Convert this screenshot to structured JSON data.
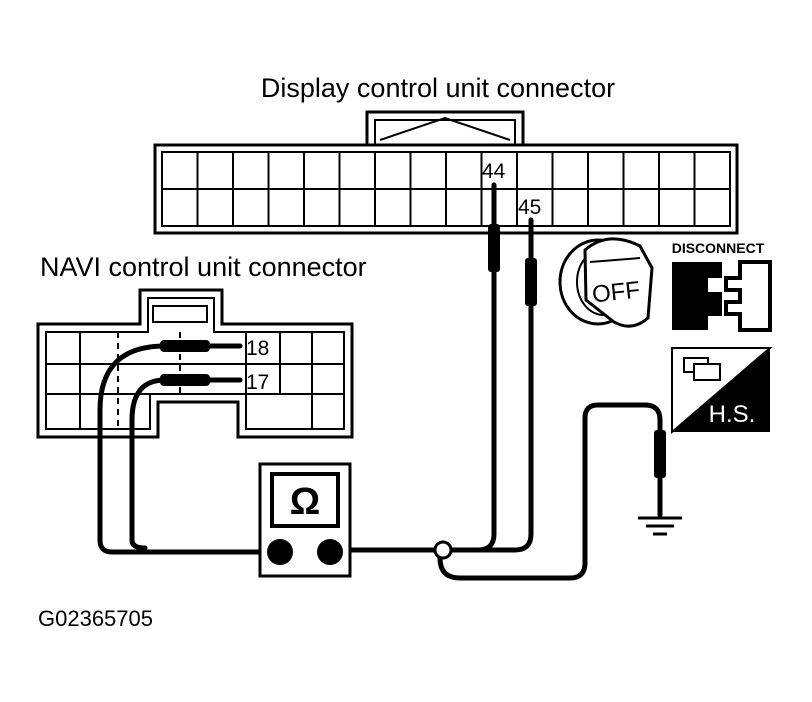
{
  "labels": {
    "display_connector": "Display control unit connector",
    "navi_connector": "NAVI control unit connector",
    "figure_id": "G02365705"
  },
  "pins": {
    "display_pin_a": "44",
    "display_pin_b": "45",
    "navi_pin_a": "18",
    "navi_pin_b": "17"
  },
  "meter": {
    "symbol": "Ω"
  },
  "icons": {
    "ignition_key": {
      "name": "ignition-key-off-icon",
      "text": "OFF"
    },
    "disconnect": {
      "name": "disconnect-connector-icon",
      "text": "DISCONNECT"
    },
    "harness_side": {
      "name": "harness-side-icon",
      "text": "H.S."
    },
    "ground": {
      "name": "ground-symbol-icon"
    }
  },
  "colors": {
    "ink": "#000000",
    "paper": "#ffffff"
  }
}
